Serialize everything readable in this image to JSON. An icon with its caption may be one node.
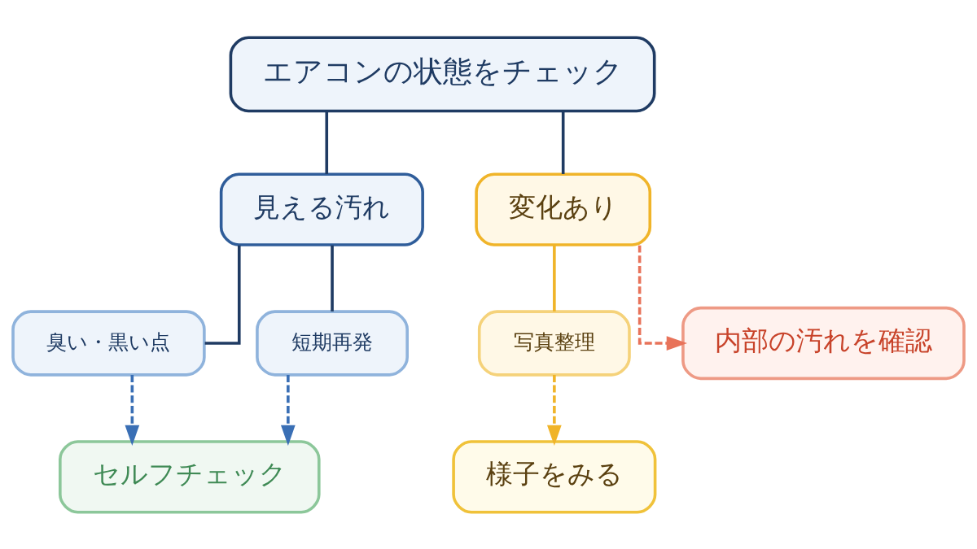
{
  "diagram": {
    "nodes": [
      {
        "text": [
          "エアコンの状態をチェック"
        ]
      },
      {
        "text": [
          "見える汚れ"
        ]
      },
      {
        "text": [
          "変化あり"
        ]
      },
      {
        "text": [
          "臭い・黒い点"
        ]
      },
      {
        "text": [
          "短期再発"
        ]
      },
      {
        "text": [
          "写真整理"
        ]
      },
      {
        "text": [
          "セルフチェック"
        ]
      },
      {
        "text": [
          "様子をみる"
        ]
      },
      {
        "text": [
          "内部の汚れを確認"
        ]
      }
    ],
    "edges": [
      {
        "from": 0,
        "to": 1,
        "arrow": "none"
      },
      {
        "from": 0,
        "to": 2,
        "arrow": "none"
      },
      {
        "from": 1,
        "to": 3,
        "arrow": "none"
      },
      {
        "from": 1,
        "to": 4,
        "arrow": "none"
      },
      {
        "from": 2,
        "to": 5,
        "arrow": "none",
        "color": "#f0b429"
      },
      {
        "from": 3,
        "to": 6,
        "arrow": "to",
        "style": "dashed",
        "color": "#3a6fb5"
      },
      {
        "from": 4,
        "to": 6,
        "arrow": "to",
        "style": "dashed",
        "color": "#3a6fb5"
      },
      {
        "from": 5,
        "to": 7,
        "arrow": "to",
        "style": "dashed",
        "color": "#f0b429"
      },
      {
        "from": 2,
        "to": 8,
        "arrow": "to",
        "style": "dashed",
        "color": "#e8735a"
      }
    ]
  }
}
